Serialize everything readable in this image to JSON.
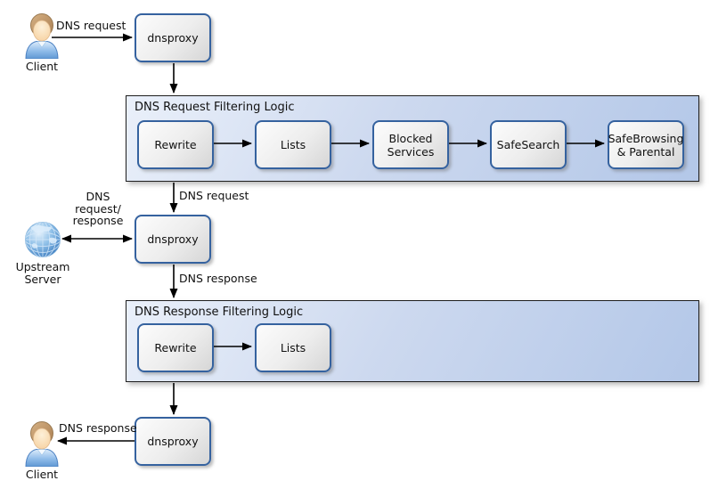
{
  "colors": {
    "node_border": "#35629f",
    "node_fill_light": "#fcfcfc",
    "node_fill_dark": "#d6d6d6",
    "container_fill_light": "#eaf0fa",
    "container_fill_dark": "#b3c7e8",
    "arrow": "#000000"
  },
  "actors": {
    "client_top": {
      "label": "Client"
    },
    "client_bottom": {
      "label": "Client"
    },
    "upstream_server": {
      "label": "Upstream\nServer"
    }
  },
  "nodes": {
    "dnsproxy_top": {
      "label": "dnsproxy"
    },
    "dnsproxy_middle": {
      "label": "dnsproxy"
    },
    "dnsproxy_bottom": {
      "label": "dnsproxy"
    }
  },
  "containers": {
    "request_filtering": {
      "title": "DNS Request Filtering Logic",
      "boxes": [
        "Rewrite",
        "Lists",
        "Blocked Services",
        "SafeSearch",
        "SafeBrowsing & Parental"
      ]
    },
    "response_filtering": {
      "title": "DNS Response Filtering Logic",
      "boxes": [
        "Rewrite",
        "Lists"
      ]
    }
  },
  "edge_labels": {
    "client_to_proxy": "DNS request",
    "container_to_proxy_middle": "DNS request",
    "upstream_exchange": "DNS\nrequest/\nresponse",
    "proxy_middle_to_container": "DNS response",
    "proxy_to_client": "DNS response"
  }
}
